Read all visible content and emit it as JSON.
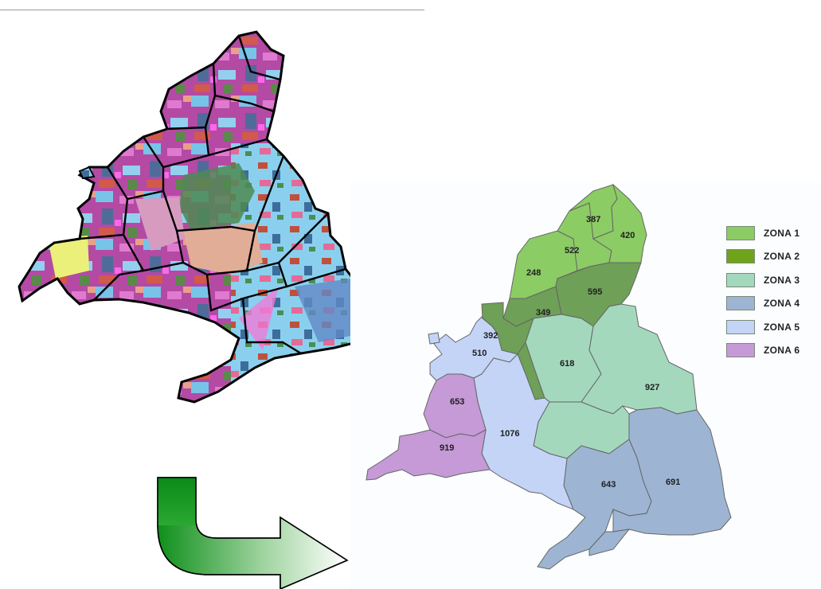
{
  "colors": {
    "zona1": "#8ccc64",
    "zona2": "#6fa31c",
    "zona3": "#a3d8bd",
    "zona4": "#9db5d3",
    "zona5": "#c3d4f7",
    "zona6": "#c59ad7",
    "arrow_dark": "#0f8f1b",
    "arrow_light": "#ffffff"
  },
  "legend": [
    {
      "label": "ZONA 1",
      "color": "#8ccc64"
    },
    {
      "label": "ZONA 2",
      "color": "#6fa31c"
    },
    {
      "label": "ZONA 3",
      "color": "#a3d8bd"
    },
    {
      "label": "ZONA 4",
      "color": "#9db5d3"
    },
    {
      "label": "ZONA 5",
      "color": "#c3d4f7"
    },
    {
      "label": "ZONA 6",
      "color": "#c59ad7"
    }
  ],
  "zone_numbers": {
    "z387": "387",
    "z420": "420",
    "z522": "522",
    "z248": "248",
    "z595": "595",
    "z349": "349",
    "z392": "392",
    "z510": "510",
    "z618": "618",
    "z927": "927",
    "z653": "653",
    "z1076": "1076",
    "z919": "919",
    "z643": "643",
    "z691": "691"
  },
  "icons": {
    "left_map": "land-cover-map-icon",
    "arrow": "curved-arrow-icon"
  }
}
